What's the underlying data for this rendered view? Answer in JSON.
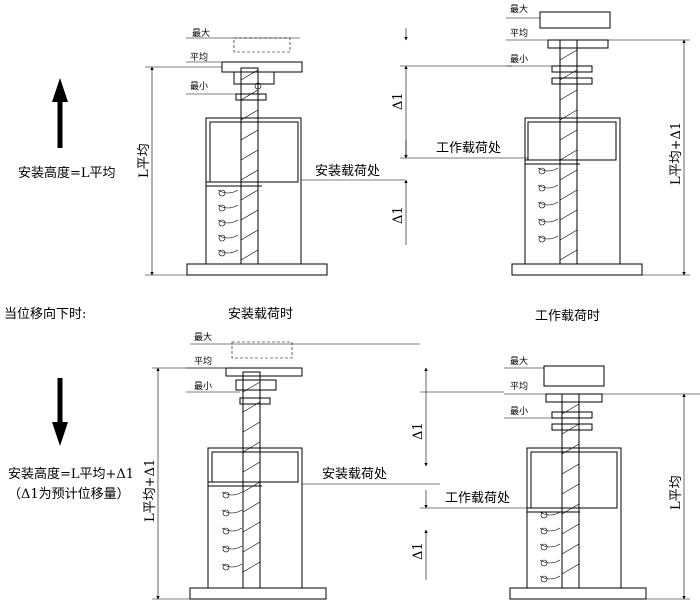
{
  "left_column": {
    "up_install_height": "安装高度=L平均",
    "down_condition": "当位移向下时:",
    "down_install_height": "安装高度=L平均+Δ1",
    "down_note": "（Δ1为预计位移量）"
  },
  "captions": {
    "install_load": "安装载荷时",
    "working_load": "工作载荷时"
  },
  "callouts": {
    "install_load_point": "安装载荷处",
    "working_load_point": "工作载荷处"
  },
  "levels": {
    "max": "最大",
    "avg": "平均",
    "min": "最小"
  },
  "dimensions": {
    "l_avg": "L平均",
    "l_avg_plus_delta": "L平均+Δ1",
    "delta": "Δ1"
  },
  "colors": {
    "line": "#000000",
    "background": "#ffffff"
  }
}
